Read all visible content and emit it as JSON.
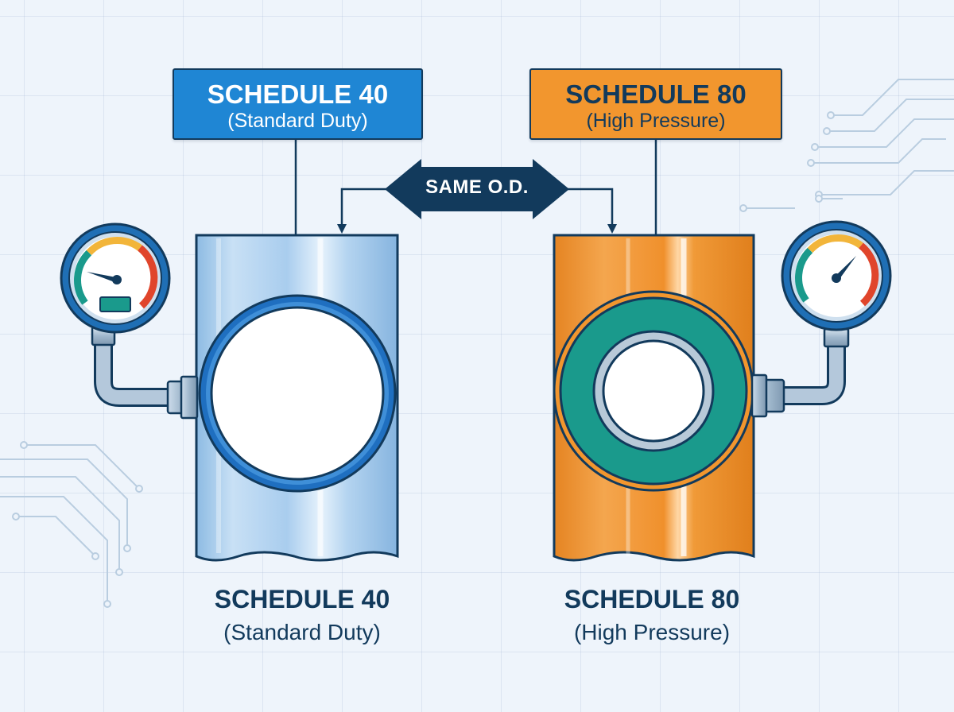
{
  "top_labels": {
    "left": {
      "title": "SCHEDULE 40",
      "subtitle": "(Standard Duty)"
    },
    "right": {
      "title": "SCHEDULE 80",
      "subtitle": "(High Pressure)"
    }
  },
  "center_arrow": {
    "label": "SAME O.D."
  },
  "bottom_captions": {
    "left": {
      "title": "SCHEDULE 40",
      "subtitle": "(Standard Duty)"
    },
    "right": {
      "title": "SCHEDULE 80",
      "subtitle": "(High Pressure)"
    }
  },
  "pipes": {
    "left": {
      "color": "#9cc3e6",
      "wall": "thin"
    },
    "right": {
      "color": "#f2962e",
      "wall": "thick",
      "wall_color": "#1a9a8c"
    }
  },
  "gauges": {
    "left": {
      "icon": "pressure-gauge-icon",
      "needle": "low"
    },
    "right": {
      "icon": "pressure-gauge-icon",
      "needle": "high"
    }
  },
  "colors": {
    "navy": "#123a5c",
    "blue": "#1f86d4",
    "orange": "#f2962e",
    "teal": "#1a9a8c",
    "background": "#eef4fb"
  }
}
